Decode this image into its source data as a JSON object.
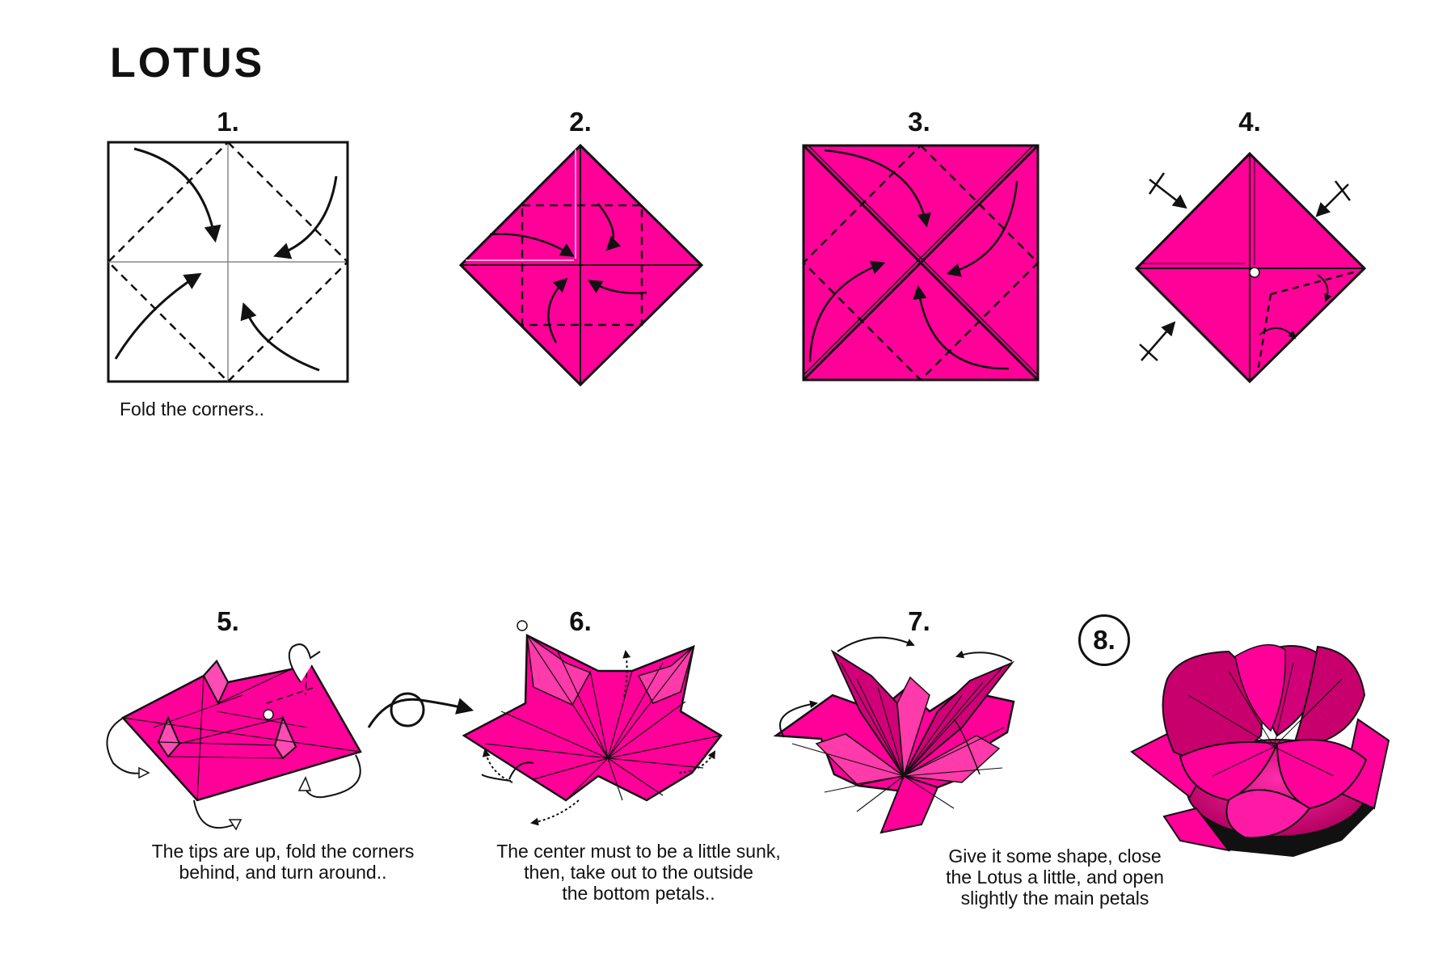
{
  "title": "LOTUS",
  "steps": [
    {
      "number": "1.",
      "caption": "Fold the corners.."
    },
    {
      "number": "2."
    },
    {
      "number": "3."
    },
    {
      "number": "4."
    },
    {
      "number": "5.",
      "caption": "The tips are up, fold the corners\nbehind, and turn around.."
    },
    {
      "number": "6.",
      "caption": "The center must to be a little sunk,\nthen, take out to the outside\nthe bottom petals.."
    },
    {
      "number": "7."
    },
    {
      "number": "8.",
      "caption": "Give it some shape, close\nthe Lotus a little, and open\nslightly the main petals"
    }
  ],
  "colors": {
    "paper": "#ff0099",
    "paper_dark": "#c8006e",
    "line": "#111111",
    "background": "#ffffff"
  }
}
